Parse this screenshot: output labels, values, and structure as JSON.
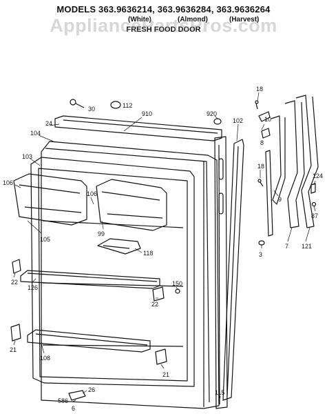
{
  "header": {
    "title": "MODELS 363.9636214, 363.9636284, 363.9636264",
    "variant_1": "(White)",
    "variant_2": "(Almond)",
    "variant_3": "(Harvest)",
    "subtitle": "FRESH FOOD DOOR"
  },
  "watermark": "AppliancePartsPros.com",
  "callouts": {
    "c30": "30",
    "c112": "112",
    "c910": "910",
    "c920": "920",
    "c18a": "18",
    "c10": "10",
    "c24": "24",
    "c104": "104",
    "c102": "102",
    "c8": "8",
    "c103": "103",
    "c18b": "18",
    "c106a": "106",
    "c106b": "106",
    "c9": "9",
    "c124": "124",
    "c87": "87",
    "c99": "99",
    "c105": "105",
    "c7": "7",
    "c121": "121",
    "c118": "118",
    "c3": "3",
    "c22a": "22",
    "c126": "126",
    "c150": "150",
    "c22b": "22",
    "c21a": "21",
    "c108": "108",
    "c21b": "21",
    "c115": "115",
    "c26": "26",
    "c586": "586",
    "c6": "6"
  },
  "colors": {
    "ink": "#111111",
    "paper": "#ffffff",
    "watermark": "#969696"
  }
}
